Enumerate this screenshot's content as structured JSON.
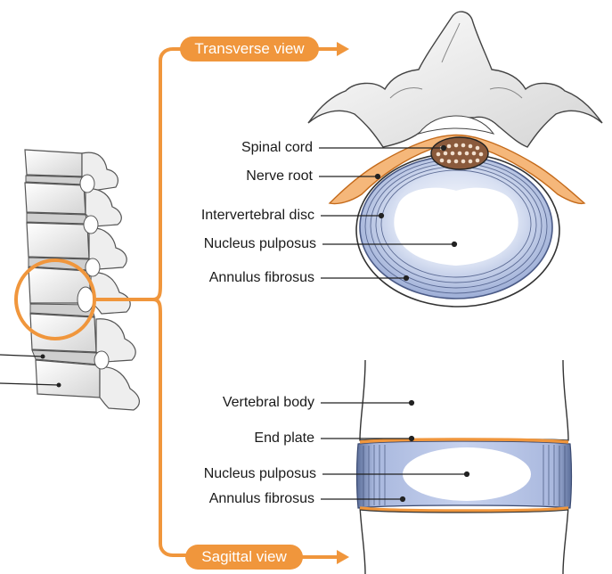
{
  "views": {
    "transverse": "Transverse view",
    "sagittal": "Sagittal view"
  },
  "transverse_labels": {
    "spinal_cord": "Spinal cord",
    "nerve_root": "Nerve root",
    "intervertebral_disc": "Intervertebral disc",
    "nucleus_pulposus": "Nucleus pulposus",
    "annulus_fibrosus": "Annulus fibrosus"
  },
  "sagittal_labels": {
    "vertebral_body": "Vertebral body",
    "end_plate": "End plate",
    "nucleus_pulposus": "Nucleus pulposus",
    "annulus_fibrosus": "Annulus fibrosus"
  },
  "colors": {
    "accent_orange": "#f0963c",
    "disc_blue": "#9fb0d8",
    "bone_grey": "#e6e6e6",
    "outline": "#222222"
  }
}
